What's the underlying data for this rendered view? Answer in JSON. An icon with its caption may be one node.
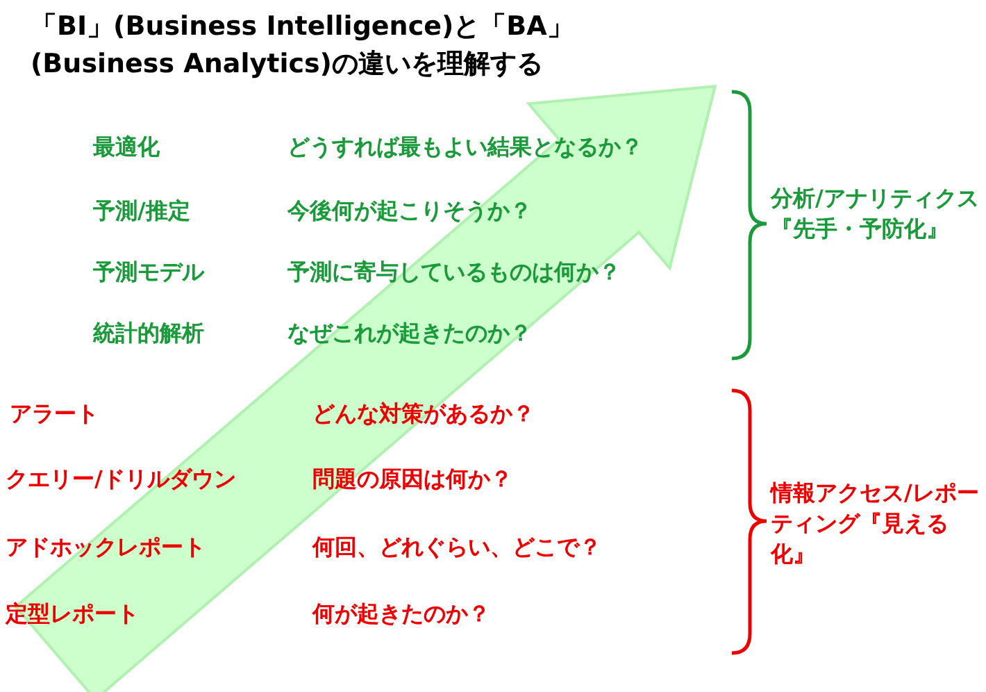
{
  "diagram": {
    "title": "「BI」(Business Intelligence)と「BA」(Business Analytics)の違いを理解する",
    "labels": [
      "最適化",
      "どうすれば最もよい結果となるか？",
      "予測/推定",
      "今後何が起こりそうか？",
      "予測モデル",
      "予測に寄与しているものは何か？",
      "統計的解析",
      "なぜこれが起きたのか？",
      "分析/アナリティクス『先手・予防化』",
      "アラート",
      "どんな対策があるか？",
      "クエリー/ドリルダウン",
      "問題の原因は何か？",
      "アドホックレポート",
      "何回、どれぐらい、どこで？",
      "定型レポート",
      "何が起きたのか？",
      "情報アクセス/レポーティング『見える化』"
    ]
  }
}
